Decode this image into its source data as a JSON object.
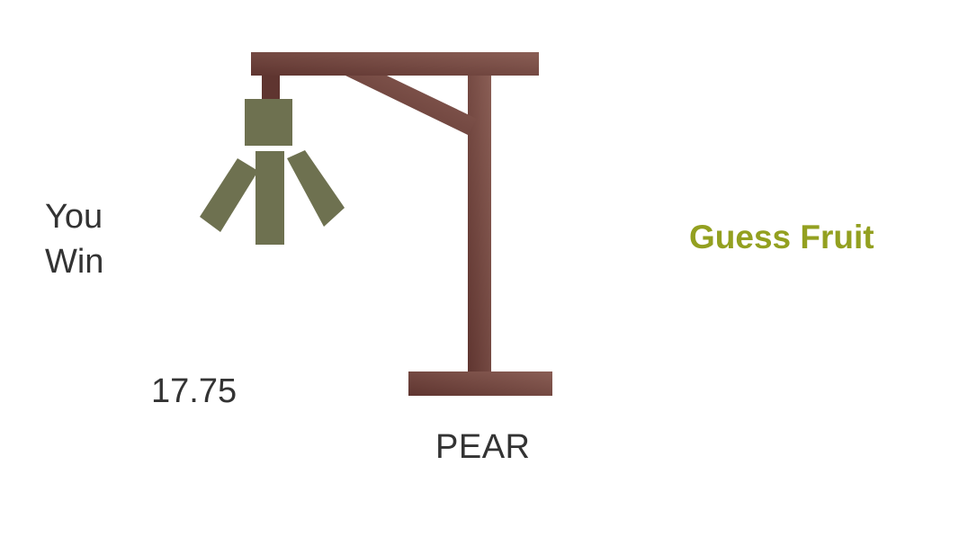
{
  "game": {
    "status_lines": [
      "You",
      "Win"
    ],
    "timer": "17.75",
    "word": "PEAR",
    "category": "Guess Fruit"
  },
  "colors": {
    "gallows_dark": "#5f3530",
    "gallows_light": "#8a5e55",
    "figure": "#6e7150",
    "text": "#333333",
    "category": "#93a020"
  },
  "figure_parts_visible": [
    "rope",
    "head",
    "body",
    "left-arm",
    "right-arm"
  ]
}
